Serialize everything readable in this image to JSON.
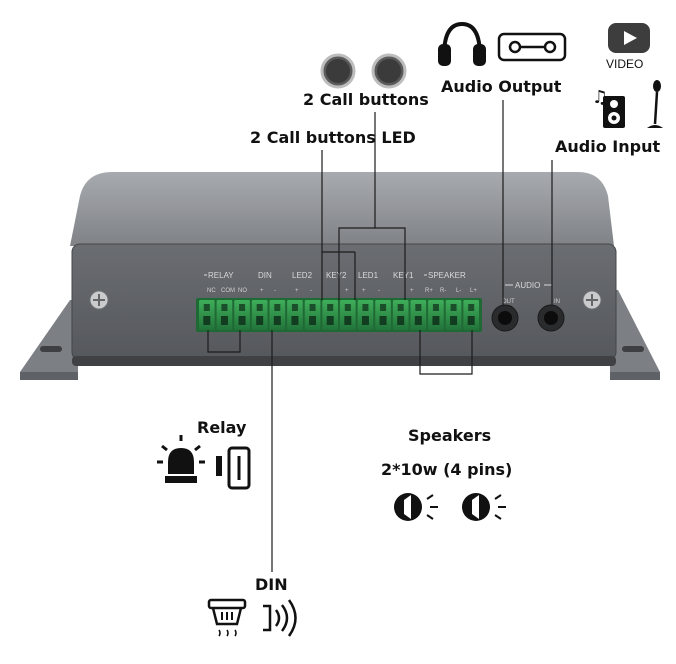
{
  "labels": {
    "call_buttons": "2 Call buttons",
    "call_buttons_led": "2 Call buttons LED",
    "audio_output": "Audio Output",
    "audio_input": "Audio Input",
    "video": "VIDEO",
    "relay": "Relay",
    "speakers": "Speakers",
    "speakers_spec": "2*10w (4 pins)",
    "din": "DIN"
  },
  "panel": {
    "relay": "RELAY",
    "din": "DIN",
    "led2": "LED2",
    "key2": "KEY2",
    "led1": "LED1",
    "key1": "KEY1",
    "speaker": "SPEAKER",
    "audio": "AUDIO",
    "nc": "NC",
    "com": "COM",
    "no": "NO",
    "out": "OUT",
    "in": "IN",
    "r_plus": "R+",
    "r_minus": "R-",
    "l_minus": "L-",
    "l_plus": "L+",
    "plus": "+",
    "minus": "-"
  },
  "terminal_block": {
    "pin_count": 16
  },
  "colors": {
    "terminal_green": "#2f8f45",
    "device_body": "#8b8e92",
    "front_panel": "#5d6064",
    "icon_dark": "#111111"
  },
  "icons": [
    "call-button-icon",
    "headphones-icon",
    "cassette-icon",
    "video-play-icon",
    "speaker-box-icon",
    "microphone-icon",
    "alarm-beacon-icon",
    "door-sensor-icon",
    "smoke-detector-icon",
    "wireless-sensor-icon",
    "speaker-sound-icon"
  ]
}
